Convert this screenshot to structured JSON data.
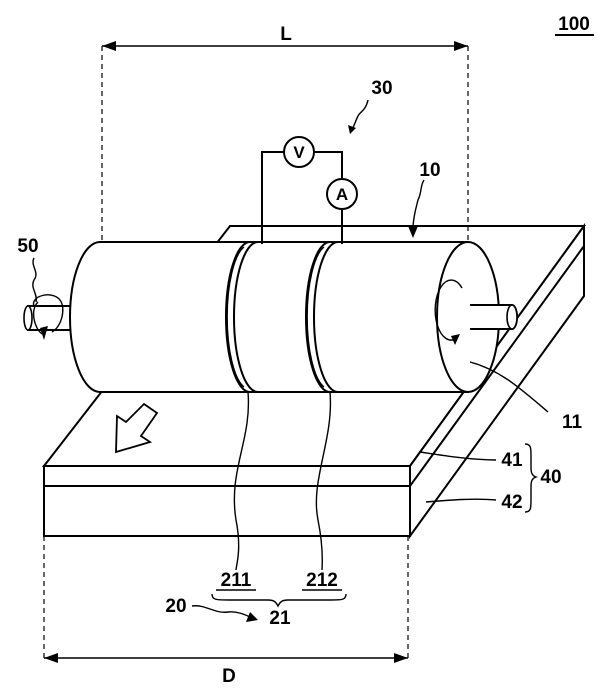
{
  "labels": {
    "device_ref": "100",
    "length": "L",
    "meter_system": "30",
    "roller": "10",
    "rotation_arrow": "50",
    "roller_axis": "11",
    "layer_top": "41",
    "layer_bottom": "42",
    "substrate": "40",
    "electrode_a": "211",
    "electrode_b": "212",
    "electrode_pair": "21",
    "measuring_unit": "20",
    "width": "D"
  },
  "meters": {
    "voltmeter": "V",
    "ammeter": "A"
  }
}
